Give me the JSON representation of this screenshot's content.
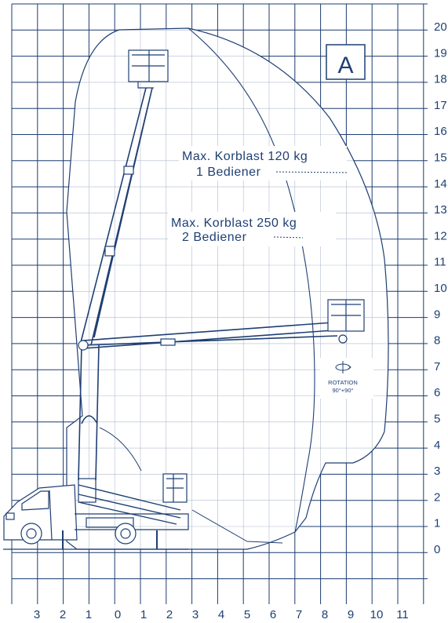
{
  "colors": {
    "grid": "#1f3f73",
    "envelope": "#1f3f73",
    "machine": "#1f3f73",
    "background": "#ffffff"
  },
  "diagram_label": "A",
  "annotations": {
    "load_120_line1": "Max. Korblast 120 kg",
    "load_120_line2": "1 Bediener",
    "load_250_line1": "Max. Korblast 250 kg",
    "load_250_line2": "2 Bediener",
    "rotation_label": "ROTATION",
    "rotation_value": "90°+90°"
  },
  "y_axis": {
    "ticks": [
      "20",
      "19",
      "18",
      "17",
      "16",
      "15",
      "14",
      "13",
      "12",
      "11",
      "10",
      "9",
      "8",
      "7",
      "6",
      "5",
      "4",
      "3",
      "2",
      "1",
      "0"
    ]
  },
  "x_axis": {
    "ticks": [
      "3",
      "2",
      "1",
      "0",
      "1",
      "2",
      "3",
      "4",
      "5",
      "6",
      "7",
      "8",
      "9",
      "10",
      "11"
    ]
  },
  "icons": {
    "rotation": "rotation-icon",
    "truck": "truck-icon"
  }
}
